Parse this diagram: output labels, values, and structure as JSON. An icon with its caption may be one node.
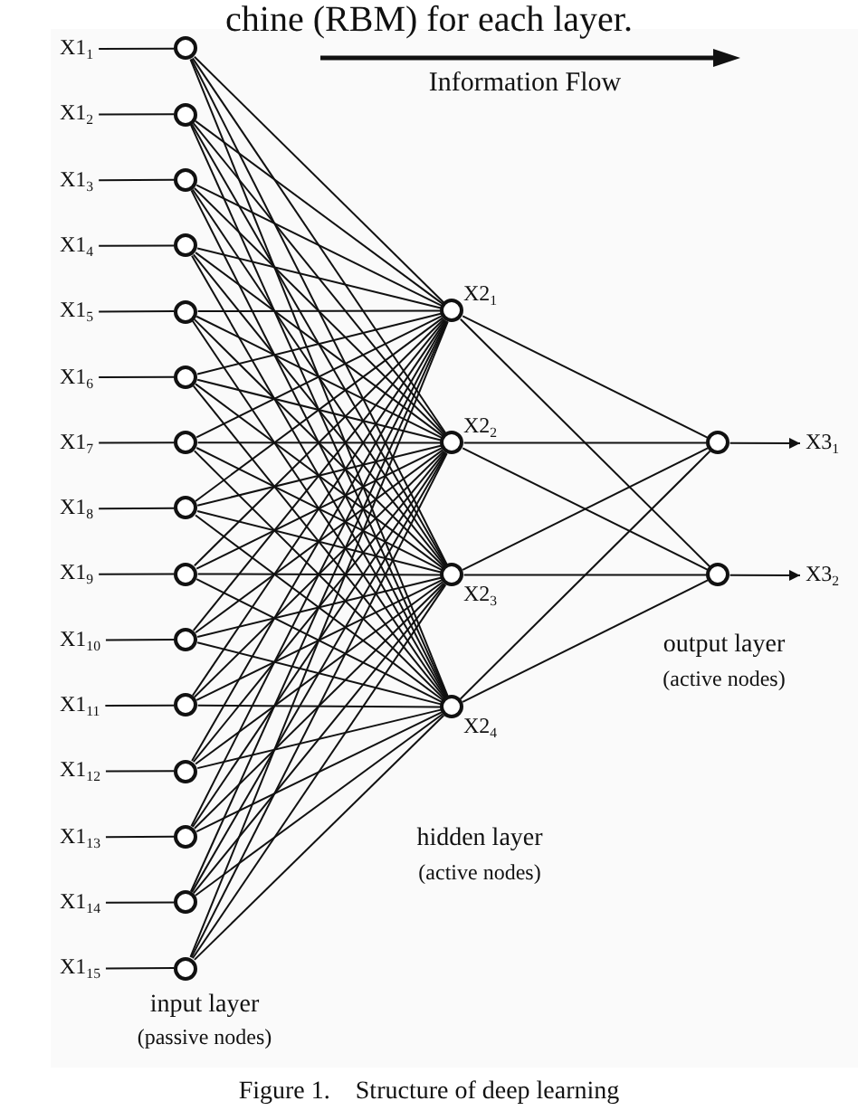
{
  "diagram": {
    "caption": "Figure 1.    Structure of deep learning",
    "nodes": [
      {
        "text": [
          "X1$_{1}$"
        ]
      },
      {
        "text": [
          "X1$_{2}$"
        ]
      },
      {
        "text": [
          "X1$_{3}$"
        ]
      },
      {
        "text": [
          "X1$_{4}$"
        ]
      },
      {
        "text": [
          "X1$_{5}$"
        ]
      },
      {
        "text": [
          "X1$_{6}$"
        ]
      },
      {
        "text": [
          "X1$_{7}$"
        ]
      },
      {
        "text": [
          "X1$_{8}$"
        ]
      },
      {
        "text": [
          "X1$_{9}$"
        ]
      },
      {
        "text": [
          "X1$_{10}$"
        ]
      },
      {
        "text": [
          "X1$_{11}$"
        ]
      },
      {
        "text": [
          "X1$_{12}$"
        ]
      },
      {
        "text": [
          "X1$_{13}$"
        ]
      },
      {
        "text": [
          "X1$_{14}$"
        ]
      },
      {
        "text": [
          "X1$_{15}$"
        ]
      },
      {
        "text": [],
        "shape": "circle"
      },
      {
        "text": [],
        "shape": "circle"
      },
      {
        "text": [],
        "shape": "circle"
      },
      {
        "text": [],
        "shape": "circle"
      },
      {
        "text": [],
        "shape": "circle"
      },
      {
        "text": [],
        "shape": "circle"
      },
      {
        "text": [],
        "shape": "circle"
      },
      {
        "text": [],
        "shape": "circle"
      },
      {
        "text": [],
        "shape": "circle"
      },
      {
        "text": [],
        "shape": "circle"
      },
      {
        "text": [],
        "shape": "circle"
      },
      {
        "text": [],
        "shape": "circle"
      },
      {
        "text": [],
        "shape": "circle"
      },
      {
        "text": [],
        "shape": "circle"
      },
      {
        "text": [],
        "shape": "circle"
      },
      {
        "text": [],
        "shape": "circle",
        "beside": [
          "X2$_{1}$"
        ]
      },
      {
        "text": [],
        "shape": "circle",
        "beside": [
          "X2$_{2}$"
        ]
      },
      {
        "text": [],
        "shape": "circle",
        "beside": [
          "X2$_{3}$"
        ]
      },
      {
        "text": [],
        "shape": "circle",
        "beside": [
          "X2$_{4}$"
        ]
      },
      {
        "text": [],
        "shape": "circle"
      },
      {
        "text": [],
        "shape": "circle"
      },
      {
        "text": [
          "X3$_{1}$"
        ]
      },
      {
        "text": [
          "X3$_{2}$"
        ]
      }
    ],
    "edges": [
      {
        "from": 0,
        "to": 15,
        "arrow": "none"
      },
      {
        "from": 1,
        "to": 16,
        "arrow": "none"
      },
      {
        "from": 2,
        "to": 17,
        "arrow": "none"
      },
      {
        "from": 3,
        "to": 18,
        "arrow": "none"
      },
      {
        "from": 4,
        "to": 19,
        "arrow": "none"
      },
      {
        "from": 5,
        "to": 20,
        "arrow": "none"
      },
      {
        "from": 6,
        "to": 21,
        "arrow": "none"
      },
      {
        "from": 7,
        "to": 22,
        "arrow": "none"
      },
      {
        "from": 8,
        "to": 23,
        "arrow": "none"
      },
      {
        "from": 9,
        "to": 24,
        "arrow": "none"
      },
      {
        "from": 10,
        "to": 25,
        "arrow": "none"
      },
      {
        "from": 11,
        "to": 26,
        "arrow": "none"
      },
      {
        "from": 12,
        "to": 27,
        "arrow": "none"
      },
      {
        "from": 13,
        "to": 28,
        "arrow": "none"
      },
      {
        "from": 14,
        "to": 29,
        "arrow": "none"
      },
      {
        "from": 15,
        "to": 30,
        "arrow": "none"
      },
      {
        "from": 15,
        "to": 31,
        "arrow": "none"
      },
      {
        "from": 15,
        "to": 32,
        "arrow": "none"
      },
      {
        "from": 15,
        "to": 33,
        "arrow": "none"
      },
      {
        "from": 16,
        "to": 30,
        "arrow": "none"
      },
      {
        "from": 16,
        "to": 31,
        "arrow": "none"
      },
      {
        "from": 16,
        "to": 32,
        "arrow": "none"
      },
      {
        "from": 16,
        "to": 33,
        "arrow": "none"
      },
      {
        "from": 17,
        "to": 30,
        "arrow": "none"
      },
      {
        "from": 17,
        "to": 31,
        "arrow": "none"
      },
      {
        "from": 17,
        "to": 32,
        "arrow": "none"
      },
      {
        "from": 17,
        "to": 33,
        "arrow": "none"
      },
      {
        "from": 18,
        "to": 30,
        "arrow": "none"
      },
      {
        "from": 18,
        "to": 31,
        "arrow": "none"
      },
      {
        "from": 18,
        "to": 32,
        "arrow": "none"
      },
      {
        "from": 18,
        "to": 33,
        "arrow": "none"
      },
      {
        "from": 19,
        "to": 30,
        "arrow": "none"
      },
      {
        "from": 19,
        "to": 31,
        "arrow": "none"
      },
      {
        "from": 19,
        "to": 32,
        "arrow": "none"
      },
      {
        "from": 19,
        "to": 33,
        "arrow": "none"
      },
      {
        "from": 20,
        "to": 30,
        "arrow": "none"
      },
      {
        "from": 20,
        "to": 31,
        "arrow": "none"
      },
      {
        "from": 20,
        "to": 32,
        "arrow": "none"
      },
      {
        "from": 20,
        "to": 33,
        "arrow": "none"
      },
      {
        "from": 21,
        "to": 30,
        "arrow": "none"
      },
      {
        "from": 21,
        "to": 31,
        "arrow": "none"
      },
      {
        "from": 21,
        "to": 32,
        "arrow": "none"
      },
      {
        "from": 21,
        "to": 33,
        "arrow": "none"
      },
      {
        "from": 22,
        "to": 30,
        "arrow": "none"
      },
      {
        "from": 22,
        "to": 31,
        "arrow": "none"
      },
      {
        "from": 22,
        "to": 32,
        "arrow": "none"
      },
      {
        "from": 22,
        "to": 33,
        "arrow": "none"
      },
      {
        "from": 23,
        "to": 30,
        "arrow": "none"
      },
      {
        "from": 23,
        "to": 31,
        "arrow": "none"
      },
      {
        "from": 23,
        "to": 32,
        "arrow": "none"
      },
      {
        "from": 23,
        "to": 33,
        "arrow": "none"
      },
      {
        "from": 24,
        "to": 30,
        "arrow": "none"
      },
      {
        "from": 24,
        "to": 31,
        "arrow": "none"
      },
      {
        "from": 24,
        "to": 32,
        "arrow": "none"
      },
      {
        "from": 24,
        "to": 33,
        "arrow": "none"
      },
      {
        "from": 25,
        "to": 30,
        "arrow": "none"
      },
      {
        "from": 25,
        "to": 31,
        "arrow": "none"
      },
      {
        "from": 25,
        "to": 32,
        "arrow": "none"
      },
      {
        "from": 25,
        "to": 33,
        "arrow": "none"
      },
      {
        "from": 26,
        "to": 30,
        "arrow": "none"
      },
      {
        "from": 26,
        "to": 31,
        "arrow": "none"
      },
      {
        "from": 26,
        "to": 32,
        "arrow": "none"
      },
      {
        "from": 26,
        "to": 33,
        "arrow": "none"
      },
      {
        "from": 27,
        "to": 30,
        "arrow": "none"
      },
      {
        "from": 27,
        "to": 31,
        "arrow": "none"
      },
      {
        "from": 27,
        "to": 32,
        "arrow": "none"
      },
      {
        "from": 27,
        "to": 33,
        "arrow": "none"
      },
      {
        "from": 28,
        "to": 30,
        "arrow": "none"
      },
      {
        "from": 28,
        "to": 31,
        "arrow": "none"
      },
      {
        "from": 28,
        "to": 32,
        "arrow": "none"
      },
      {
        "from": 28,
        "to": 33,
        "arrow": "none"
      },
      {
        "from": 29,
        "to": 30,
        "arrow": "none"
      },
      {
        "from": 29,
        "to": 31,
        "arrow": "none"
      },
      {
        "from": 29,
        "to": 32,
        "arrow": "none"
      },
      {
        "from": 29,
        "to": 33,
        "arrow": "none"
      },
      {
        "from": 30,
        "to": 34,
        "arrow": "none"
      },
      {
        "from": 30,
        "to": 35,
        "arrow": "none"
      },
      {
        "from": 31,
        "to": 34,
        "arrow": "none"
      },
      {
        "from": 31,
        "to": 35,
        "arrow": "none"
      },
      {
        "from": 32,
        "to": 34,
        "arrow": "none"
      },
      {
        "from": 32,
        "to": 35,
        "arrow": "none"
      },
      {
        "from": 33,
        "to": 34,
        "arrow": "none"
      },
      {
        "from": 33,
        "to": 35,
        "arrow": "none"
      },
      {
        "from": 34,
        "to": 36,
        "arrow": "to"
      },
      {
        "from": 35,
        "to": 37,
        "arrow": "to"
      }
    ],
    "labels": [
      "chine (RBM) for each layer.",
      "Information Flow",
      "input layer",
      "(passive nodes)",
      "hidden layer",
      "(active nodes)",
      "output layer",
      "(active nodes)"
    ]
  }
}
